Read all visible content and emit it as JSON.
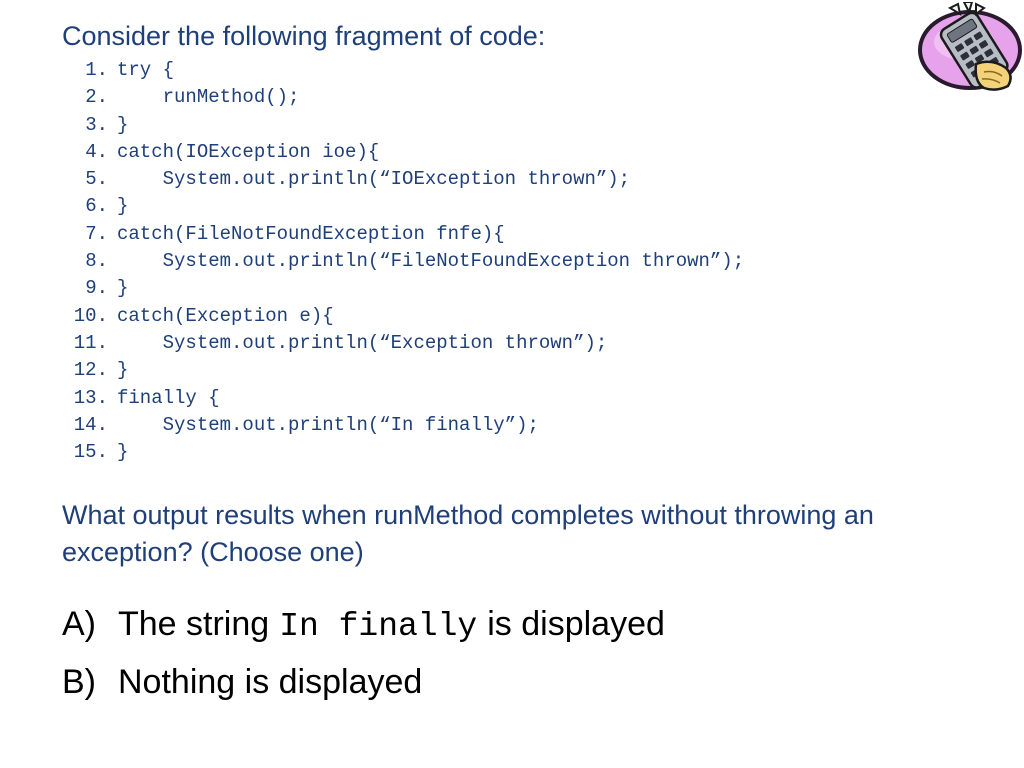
{
  "slide": {
    "intro": "Consider the following fragment of code:",
    "code_lines": [
      {
        "num": "1.",
        "text": "try {"
      },
      {
        "num": "2.",
        "text": "    runMethod();"
      },
      {
        "num": "3.",
        "text": "}"
      },
      {
        "num": "4.",
        "text": "catch(IOException ioe){"
      },
      {
        "num": "5.",
        "text": "    System.out.println(“IOException thrown”);"
      },
      {
        "num": "6.",
        "text": "}"
      },
      {
        "num": "7.",
        "text": "catch(FileNotFoundException fnfe){"
      },
      {
        "num": "8.",
        "text": "    System.out.println(“FileNotFoundException thrown”);"
      },
      {
        "num": "9.",
        "text": "}"
      },
      {
        "num": "10.",
        "text": "catch(Exception e){"
      },
      {
        "num": "11.",
        "text": "    System.out.println(“Exception thrown”);"
      },
      {
        "num": "12.",
        "text": "}"
      },
      {
        "num": "13.",
        "text": "finally {"
      },
      {
        "num": "14.",
        "text": "    System.out.println(“In finally”);"
      },
      {
        "num": "15.",
        "text": "}"
      }
    ],
    "question": "What output results when runMethod completes without throwing an exception? (Choose one)",
    "answers": [
      {
        "letter": "A)",
        "prefix": "The string",
        "code": "In finally",
        "suffix": "is displayed"
      },
      {
        "letter": "B)",
        "prefix": "Nothing is displayed",
        "code": "",
        "suffix": ""
      }
    ]
  },
  "clipart": {
    "icon": "remote-control-clipart-icon",
    "colors": {
      "bubble": "#e7a2ec",
      "bubble_outline": "#2a1a2e",
      "remote": "#b8bcc4",
      "hand": "#f3d27a"
    }
  }
}
